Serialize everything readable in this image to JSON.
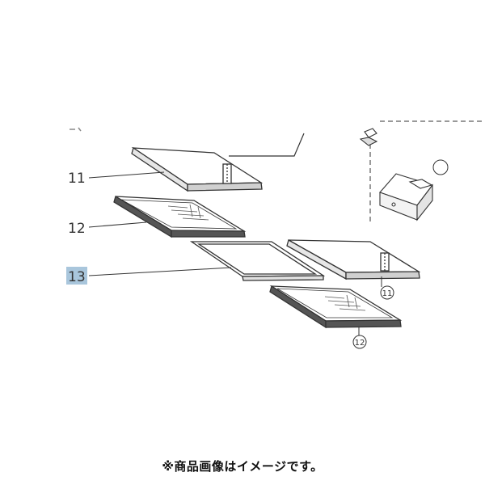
{
  "callouts": {
    "part_11": "11",
    "part_12": "12",
    "part_13": "13",
    "circled_11": "11",
    "circled_12": "12"
  },
  "highlight_color": "#a9c6dc",
  "line_color": "#333333",
  "footer_note": "※商品画像はイメージです。"
}
